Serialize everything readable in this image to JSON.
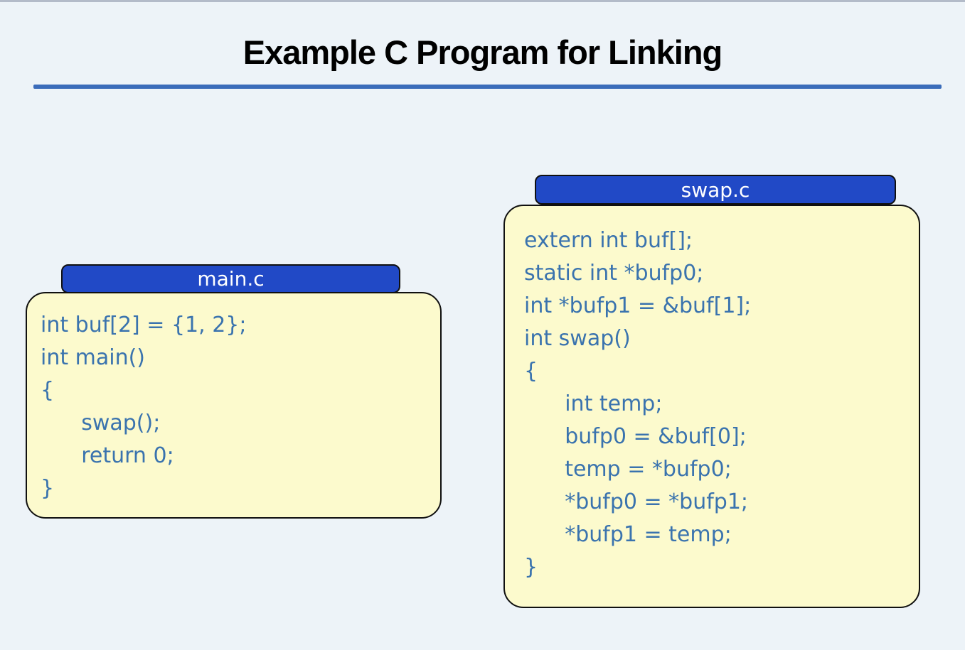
{
  "slide": {
    "title": "Example C Program for Linking"
  },
  "colors": {
    "background": "#edf3f8",
    "top_edge": "#b3bbc9",
    "title_text": "#000000",
    "divider": "#3b6cba",
    "tab_fill": "#2149c6",
    "tab_text": "#ffffff",
    "card_fill": "#fcfacd",
    "card_border": "#101010",
    "code_text": "#3a73ae"
  },
  "files": [
    {
      "name": "main.c",
      "code": [
        "int buf[2] = {1, 2};",
        "int main()",
        "{",
        "      swap();",
        "      return 0;",
        "}"
      ]
    },
    {
      "name": "swap.c",
      "code": [
        "extern int buf[];",
        "static int *bufp0;",
        "int *bufp1 = &buf[1];",
        "int swap()",
        "{",
        "      int temp;",
        "      bufp0 = &buf[0];",
        "      temp = *bufp0;",
        "      *bufp0 = *bufp1;",
        "      *bufp1 = temp;",
        "}"
      ]
    }
  ]
}
